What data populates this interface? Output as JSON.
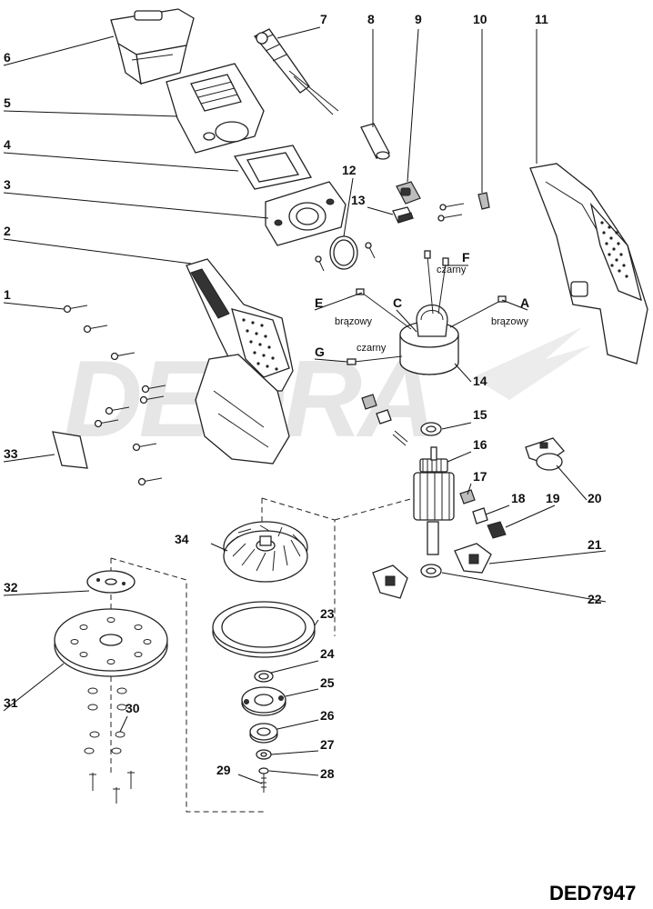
{
  "watermark": "DEDRA",
  "model": "DED7947",
  "callouts": [
    {
      "id": "1",
      "label": "1"
    },
    {
      "id": "2",
      "label": "2"
    },
    {
      "id": "3",
      "label": "3"
    },
    {
      "id": "4",
      "label": "4"
    },
    {
      "id": "5",
      "label": "5"
    },
    {
      "id": "6",
      "label": "6"
    },
    {
      "id": "7",
      "label": "7"
    },
    {
      "id": "8",
      "label": "8"
    },
    {
      "id": "9",
      "label": "9"
    },
    {
      "id": "10",
      "label": "10"
    },
    {
      "id": "11",
      "label": "11"
    },
    {
      "id": "12",
      "label": "12"
    },
    {
      "id": "13",
      "label": "13"
    },
    {
      "id": "14",
      "label": "14"
    },
    {
      "id": "15",
      "label": "15"
    },
    {
      "id": "16",
      "label": "16"
    },
    {
      "id": "17",
      "label": "17"
    },
    {
      "id": "18",
      "label": "18"
    },
    {
      "id": "19",
      "label": "19"
    },
    {
      "id": "20",
      "label": "20"
    },
    {
      "id": "21",
      "label": "21"
    },
    {
      "id": "22",
      "label": "22"
    },
    {
      "id": "23",
      "label": "23"
    },
    {
      "id": "24",
      "label": "24"
    },
    {
      "id": "25",
      "label": "25"
    },
    {
      "id": "26",
      "label": "26"
    },
    {
      "id": "27",
      "label": "27"
    },
    {
      "id": "28",
      "label": "28"
    },
    {
      "id": "29",
      "label": "29"
    },
    {
      "id": "30",
      "label": "30"
    },
    {
      "id": "31",
      "label": "31"
    },
    {
      "id": "32",
      "label": "32"
    },
    {
      "id": "33",
      "label": "33"
    },
    {
      "id": "34",
      "label": "34"
    }
  ],
  "wires": {
    "A": {
      "letter": "A",
      "color": "brązowy"
    },
    "C": {
      "letter": "C"
    },
    "E": {
      "letter": "E",
      "color": "brązowy"
    },
    "F": {
      "letter": "F",
      "color": "czarny"
    },
    "G": {
      "letter": "G",
      "color": "czarny"
    }
  }
}
